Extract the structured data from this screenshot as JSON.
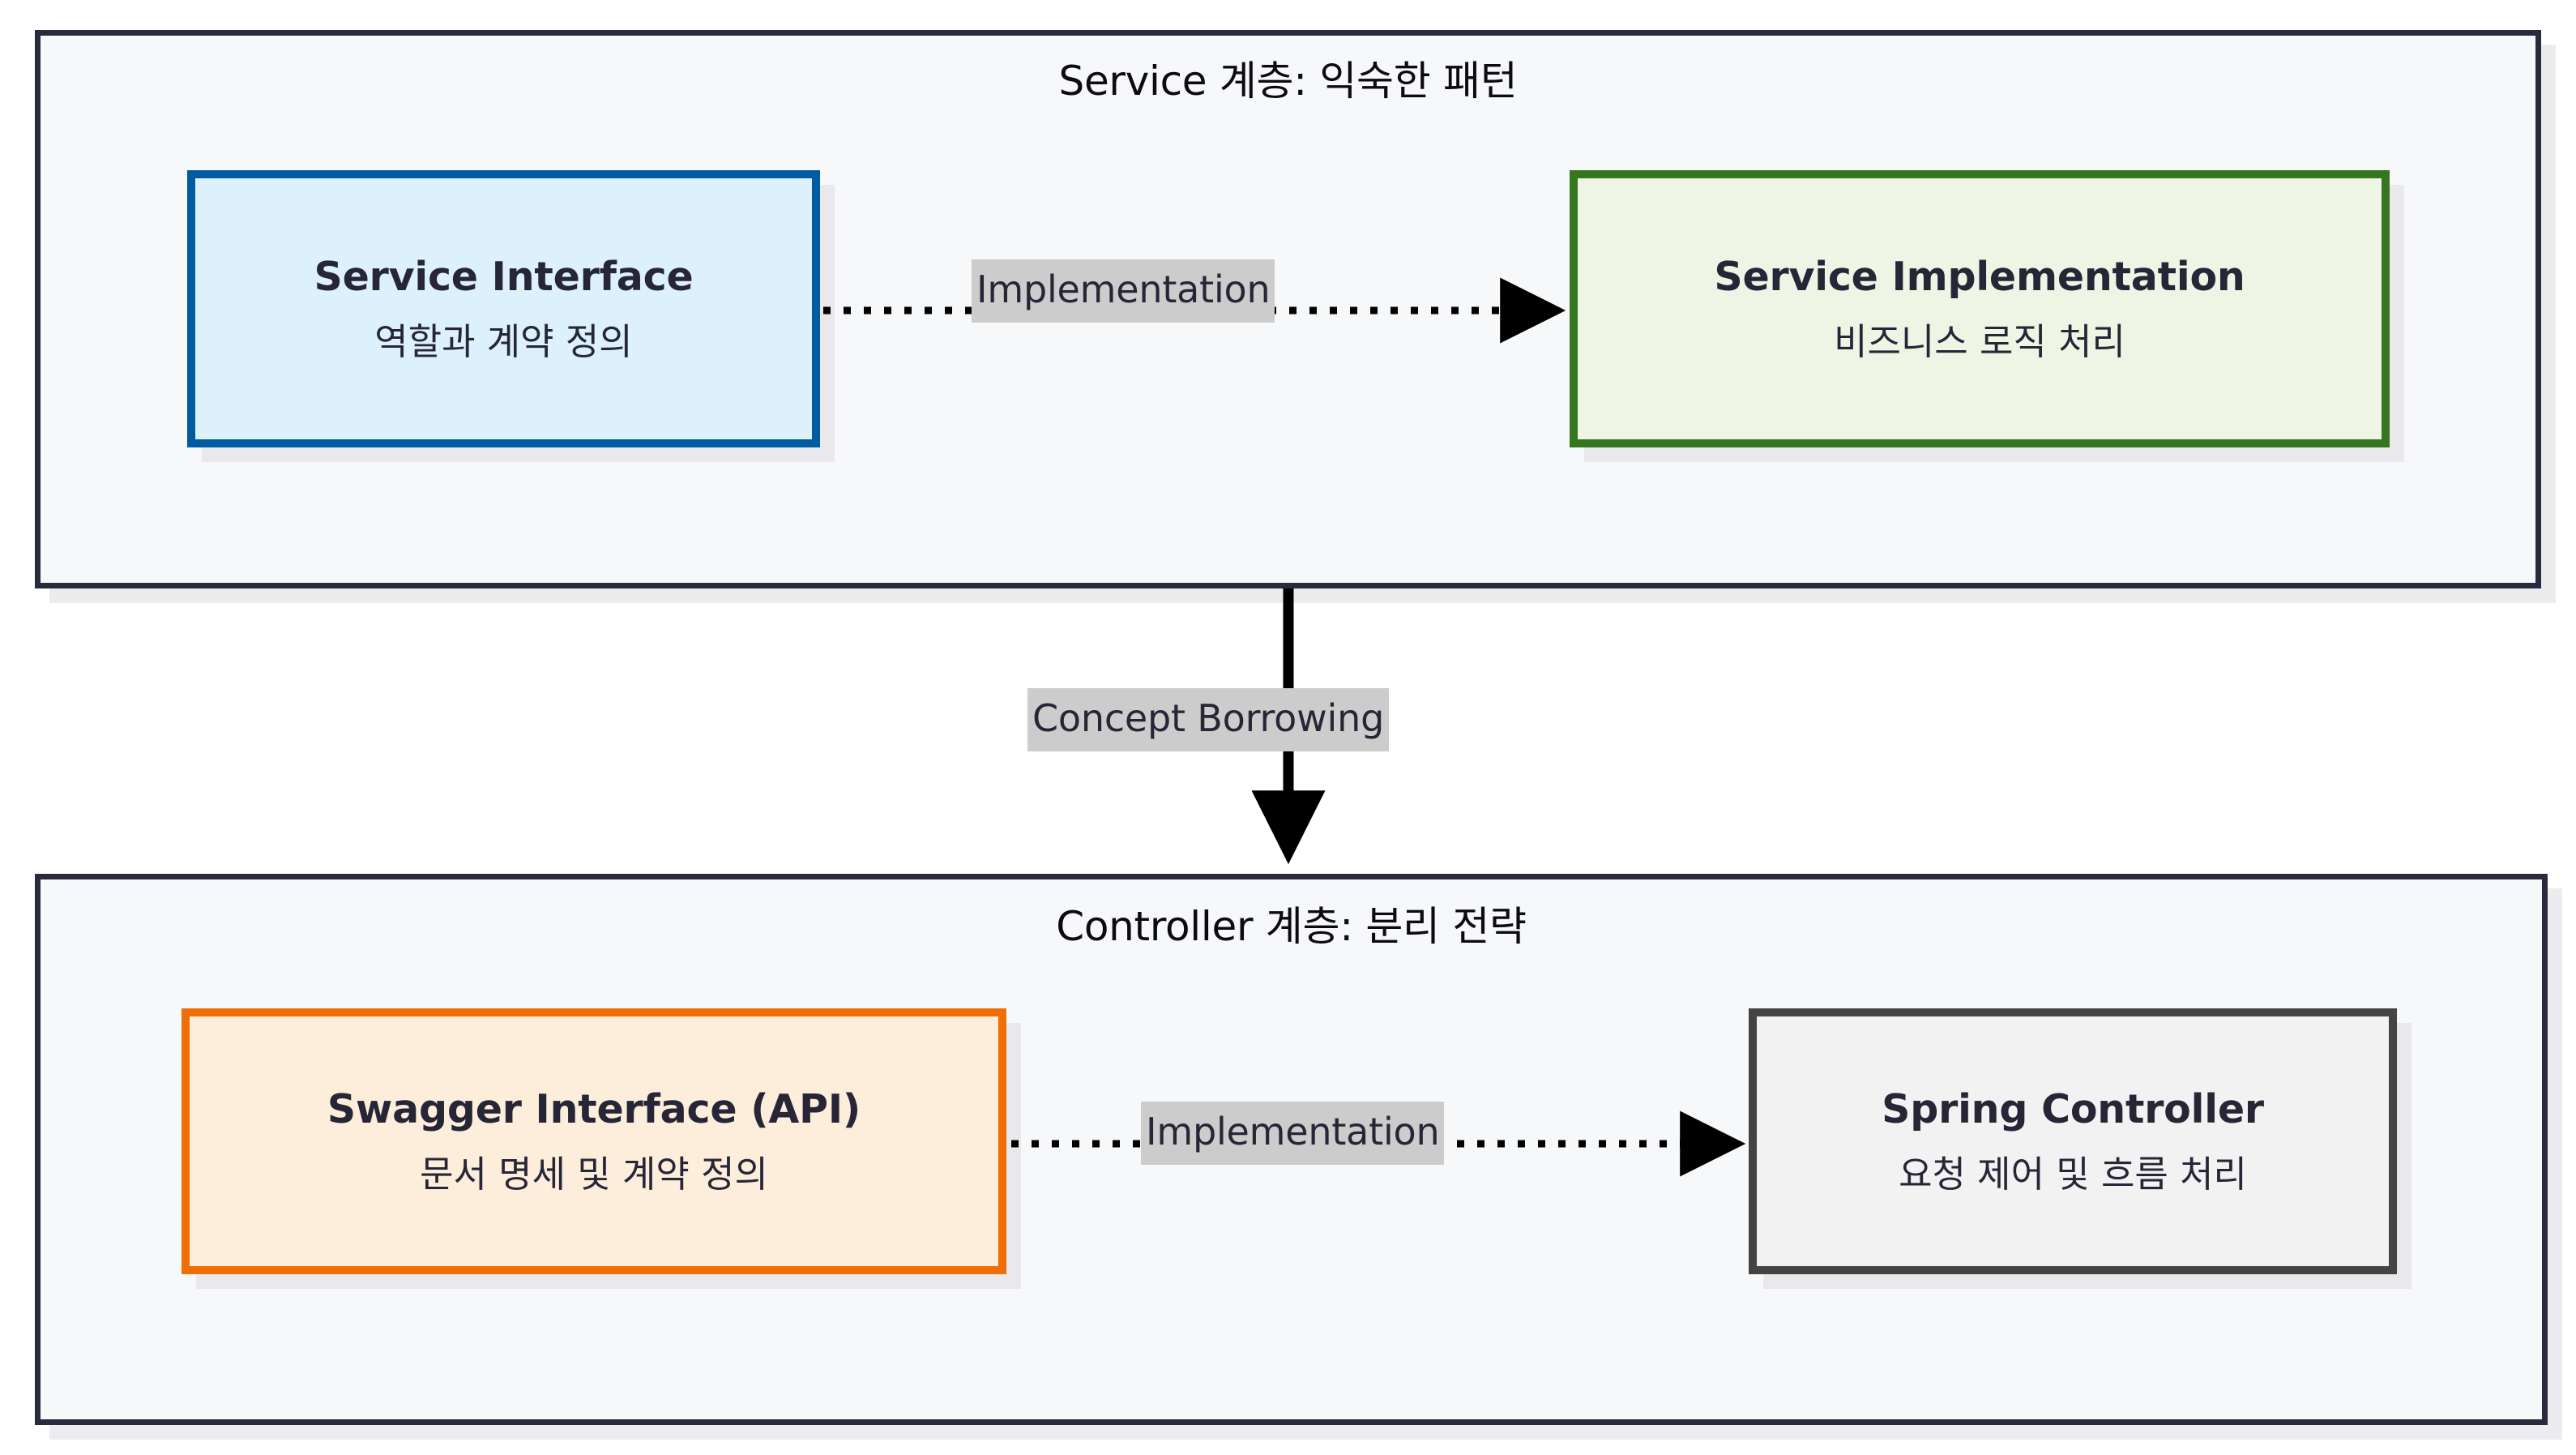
{
  "diagram": {
    "type": "flowchart",
    "background": "#ffffff",
    "palette": {
      "container_border": "#2a2a3d",
      "container_fill": "#f7f8fa",
      "interface_border": "#015ba0",
      "interface_fill": "#ddf1fb",
      "implementation_border": "#35761f",
      "implementation_fill": "#eef5e4",
      "swagger_border": "#ef6f06",
      "swagger_fill": "#fdeedc",
      "controller_border": "#444444",
      "controller_fill": "#f2f2f2",
      "edge_label_fill": "#cccccc",
      "text": "#262637"
    },
    "subgraphs": [
      {
        "id": "service-layer",
        "title": "Service 계층: 익숙한 패턴",
        "nodes": [
          {
            "id": "service-interface",
            "title": "Service Interface",
            "subtitle": "역할과 계약 정의",
            "style": "interface"
          },
          {
            "id": "service-implementation",
            "title": "Service Implementation",
            "subtitle": "비즈니스 로직 처리",
            "style": "implementation"
          }
        ],
        "edges": [
          {
            "id": "service-impl-edge",
            "from": "service-interface",
            "to": "service-implementation",
            "label": "Implementation",
            "line": "dotted",
            "arrow": "filled-triangle"
          }
        ]
      },
      {
        "id": "controller-layer",
        "title": "Controller 계층: 분리 전략",
        "nodes": [
          {
            "id": "swagger-interface",
            "title": "Swagger Interface (API)",
            "subtitle": "문서 명세 및 계약 정의",
            "style": "swagger"
          },
          {
            "id": "spring-controller",
            "title": "Spring Controller",
            "subtitle": "요청 제어 및 흐름 처리",
            "style": "controller"
          }
        ],
        "edges": [
          {
            "id": "controller-impl-edge",
            "from": "swagger-interface",
            "to": "spring-controller",
            "label": "Implementation",
            "line": "dotted",
            "arrow": "filled-triangle"
          }
        ]
      }
    ],
    "cross_edges": [
      {
        "id": "concept-borrowing-edge",
        "from": "service-layer",
        "to": "controller-layer",
        "label": "Concept Borrowing",
        "line": "solid",
        "arrow": "filled-triangle"
      }
    ]
  }
}
